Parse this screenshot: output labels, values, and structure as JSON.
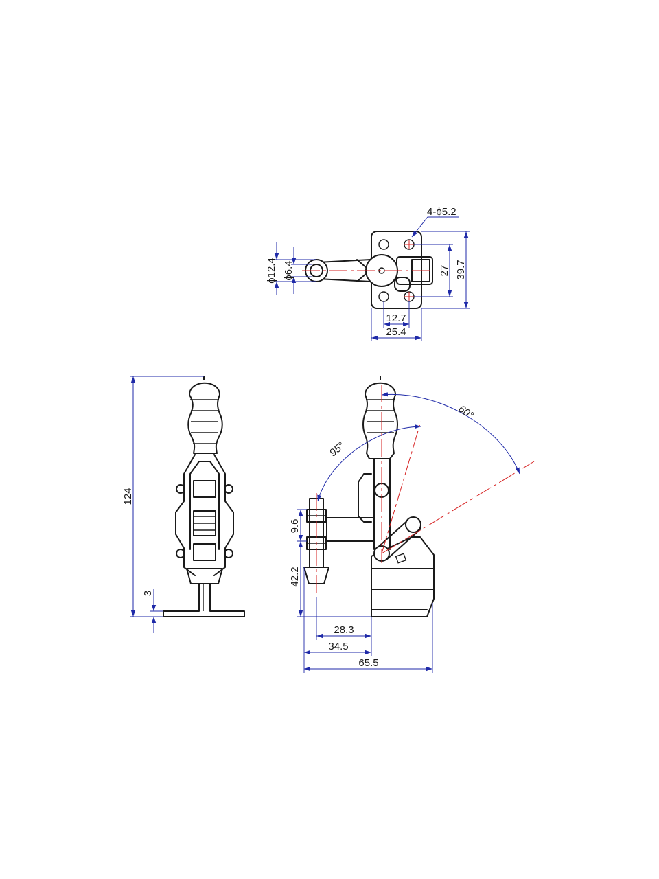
{
  "top_view": {
    "holes_label": "4-ϕ5.2",
    "pitch_y_inner": "27",
    "overall_y": "39.7",
    "pitch_x": "12.7",
    "overall_x": "25.4",
    "spindle_outer_dia": "ϕ12.4",
    "spindle_inner_dia": "ϕ6.4"
  },
  "front_view": {
    "overall_height": "124",
    "base_thickness": "3"
  },
  "side_view": {
    "arm_height": "9.6",
    "spindle_height": "42.2",
    "dim_28_3": "28.3",
    "dim_34_5": "34.5",
    "overall_length": "65.5",
    "handle_angle": "60°",
    "bar_angle": "95°"
  },
  "colors": {
    "outline": "#1a1a1a",
    "dimension": "#1f2aa8",
    "centerline": "#d62020"
  }
}
